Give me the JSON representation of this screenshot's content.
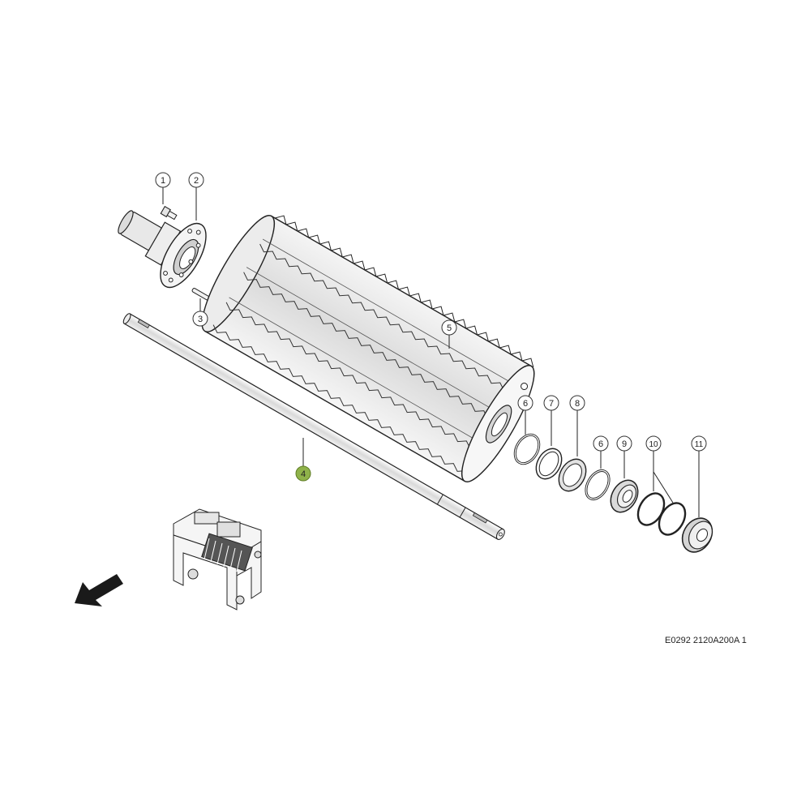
{
  "drawing": {
    "reference_code": "E0292 2120A200A 1",
    "highlight_color": "#8fb24a",
    "selected_part": "4"
  },
  "callouts": [
    {
      "id": "c1",
      "label": "1"
    },
    {
      "id": "c2",
      "label": "2"
    },
    {
      "id": "c3",
      "label": "3"
    },
    {
      "id": "c4",
      "label": "4",
      "highlighted": true
    },
    {
      "id": "c5",
      "label": "5"
    },
    {
      "id": "c6a",
      "label": "6"
    },
    {
      "id": "c7",
      "label": "7"
    },
    {
      "id": "c8",
      "label": "8"
    },
    {
      "id": "c6b",
      "label": "6"
    },
    {
      "id": "c9",
      "label": "9"
    },
    {
      "id": "c10",
      "label": "10"
    },
    {
      "id": "c11",
      "label": "11"
    }
  ],
  "icons": {
    "direction_arrow": "arrow-down-left-icon",
    "machine_overview": "machine-overview-thumbnail"
  }
}
